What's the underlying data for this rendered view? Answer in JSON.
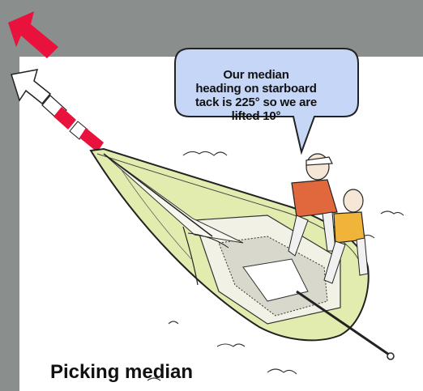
{
  "speech_bubble": {
    "text_lines": [
      "Our median",
      "heading on starboard",
      "tack is 225° so we are",
      "lifted 10°"
    ]
  },
  "caption": "Picking median",
  "colors": {
    "background": "#8a8f8e",
    "panel": "#ffffff",
    "bubble_fill": "#c6d6f6",
    "hull": "#e2ecae",
    "arrow_red": "#e8123c",
    "life_vest": "#e0683c",
    "life_vest_2": "#f0b43a"
  },
  "icons": [
    "heading-arrow-icon",
    "direction-arrow-icon",
    "sailboat-illustration",
    "sailors-illustration"
  ]
}
